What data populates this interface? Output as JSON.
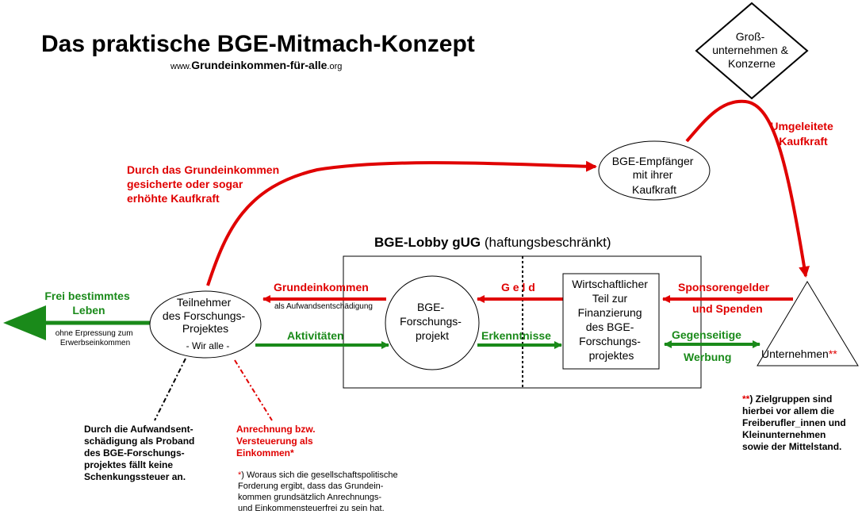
{
  "title": "Das praktische BGE-Mitmach-Konzept",
  "url": {
    "prefix": "www.",
    "main": "Grundeinkommen-für-alle",
    "suffix": ".org"
  },
  "nodes": {
    "konzerne": [
      "Groß-",
      "unternehmen &",
      "Konzerne"
    ],
    "empfaenger": [
      "BGE-Empfänger",
      "mit ihrer",
      "Kaufkraft"
    ],
    "teilnehmer": [
      "Teilnehmer",
      "des Forschungs-",
      "Projektes",
      "- Wir alle -"
    ],
    "forschungsprojekt": [
      "BGE-",
      "Forschungs-",
      "projekt"
    ],
    "wirtschaft": [
      "Wirtschaftlicher",
      "Teil zur",
      "Finanzierung",
      "des BGE-",
      "Forschungs-",
      "projektes"
    ],
    "unternehmen": {
      "label": "Unternehmen",
      "mark": "**"
    }
  },
  "lobby": {
    "name": "BGE-Lobby gUG",
    "suffix": " (haftungsbeschränkt)"
  },
  "labels": {
    "umgeleitete": [
      "Umgeleitete",
      "Kaufkraft"
    ],
    "kaufkraft": [
      "Durch das Grundeinkommen",
      "gesicherte oder sogar",
      "erhöhte Kaufkraft"
    ],
    "frei": [
      "Frei bestimmtes",
      "Leben"
    ],
    "frei_sub": [
      "ohne Erpressung zum",
      "Erwerbseinkommen"
    ],
    "grundeinkommen": "Grundeinkommen",
    "aufwand": "als Aufwandsentschädigung",
    "geld": "G e l d",
    "sponsoren": "Sponsorengelder",
    "spenden": "und Spenden",
    "aktivitaeten": "Aktivitäten",
    "erkenntnisse": "Erkenntnisse",
    "gegenseitige": "Gegenseitige",
    "werbung": "Werbung"
  },
  "notes": {
    "left": [
      "Durch die Aufwandsent-",
      "schädigung als Proband",
      "des BGE-Forschungs-",
      "projektes fällt keine",
      "Schenkungssteuer an."
    ],
    "mid": [
      "Anrechnung bzw.",
      "Versteuerung als",
      "Einkommen*"
    ],
    "right_mark": "**",
    "right": [
      ") Zielgruppen sind",
      "hierbei vor allem die",
      "Freiberufler_innen und",
      "Kleinunternehmen",
      "sowie der Mittelstand."
    ],
    "foot_mark": "*",
    "foot": [
      ") Woraus sich die gesellschaftspolitische",
      "Forderung ergibt, dass das Grundein-",
      "kommen grundsätzlich Anrechnungs-",
      "und Einkommensteuerfrei zu sein hat."
    ]
  },
  "colors": {
    "red": "#e00000",
    "green": "#1a8a1a"
  }
}
